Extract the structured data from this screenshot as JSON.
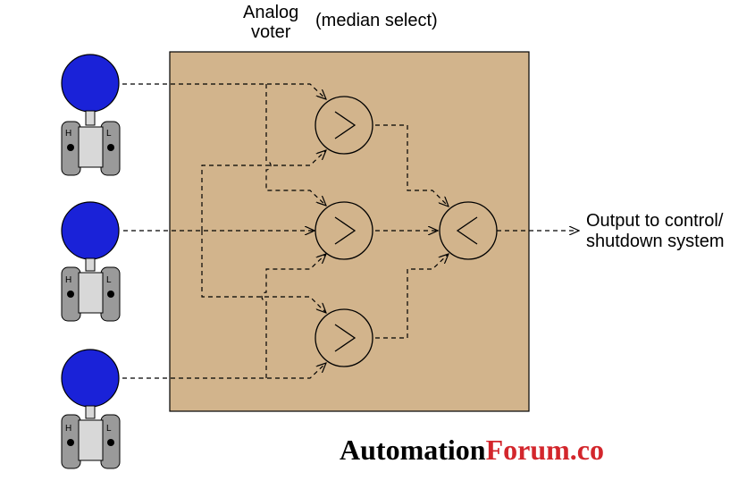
{
  "labels": {
    "voter_line1": "Analog",
    "voter_line2": "voter",
    "median": "(median select)",
    "output_line1": "Output to control/",
    "output_line2": "shutdown system"
  },
  "transmitters": [
    {
      "high_port": "H",
      "low_port": "L"
    },
    {
      "high_port": "H",
      "low_port": "L"
    },
    {
      "high_port": "H",
      "low_port": "L"
    }
  ],
  "watermark": {
    "part1": "Automation",
    "part2": "Forum.co"
  },
  "colors": {
    "voter_box": "#d2b48c",
    "transmitter_head": "#1a22d8",
    "transmitter_body": "#d8d8d8",
    "transmitter_flange": "#9a9a9a",
    "watermark_accent": "#d3262c"
  },
  "selectors": [
    {
      "symbol": ">"
    },
    {
      "symbol": ">"
    },
    {
      "symbol": ">"
    },
    {
      "symbol": "<"
    }
  ]
}
